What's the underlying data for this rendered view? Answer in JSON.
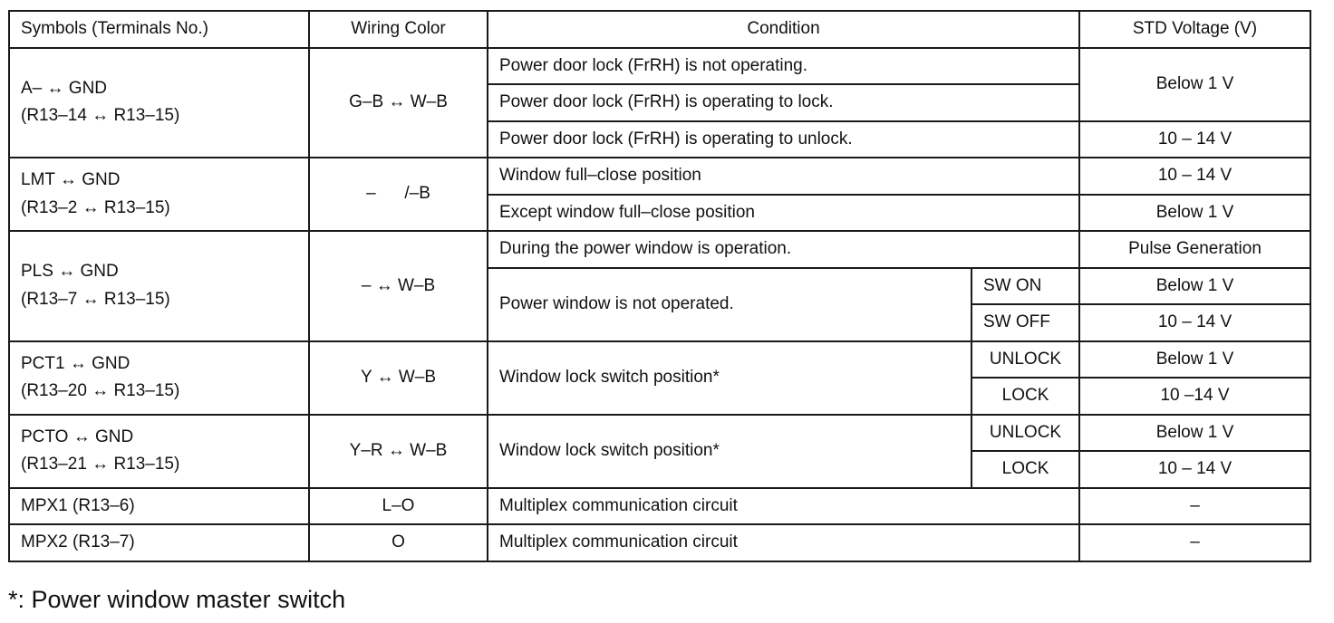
{
  "headers": {
    "symbols": "Symbols (Terminals No.)",
    "wiring": "Wiring Color",
    "condition": "Condition",
    "voltage": "STD Voltage (V)"
  },
  "rows": {
    "a": {
      "sym1": "A– ↔ GND",
      "sym2": "(R13–14 ↔ R13–15)",
      "wire": "G–B ↔ W–B",
      "cond1": "Power door lock (FrRH) is not operating.",
      "cond2": "Power door lock (FrRH) is operating to lock.",
      "cond3": "Power door lock (FrRH) is operating to unlock.",
      "v12": "Below 1 V",
      "v3": "10 – 14 V"
    },
    "lmt": {
      "sym1": "LMT ↔ GND",
      "sym2": "(R13–2 ↔ R13–15)",
      "wire": "–      /–B",
      "cond1": "Window full–close position",
      "cond2": "Except window full–close position",
      "v1": "10 – 14 V",
      "v2": "Below 1 V"
    },
    "pls": {
      "sym1": "PLS ↔ GND",
      "sym2": "(R13–7 ↔ R13–15)",
      "wire": "– ↔ W–B",
      "cond1": "During the power window is operation.",
      "v1": "Pulse Generation",
      "cond2": "Power window is not operated.",
      "sw1": "SW ON",
      "v2": "Below 1 V",
      "sw2": "SW OFF",
      "v3": "10 – 14 V"
    },
    "pct1": {
      "sym1": "PCT1 ↔ GND",
      "sym2": "(R13–20 ↔ R13–15)",
      "wire": "Y ↔ W–B",
      "cond": "Window lock switch position*",
      "sw1": "UNLOCK",
      "v1": "Below 1 V",
      "sw2": "LOCK",
      "v2": "10 –14 V"
    },
    "pcto": {
      "sym1": "PCTO ↔ GND",
      "sym2": "(R13–21 ↔ R13–15)",
      "wire": "Y–R ↔ W–B",
      "cond": "Window lock switch position*",
      "sw1": "UNLOCK",
      "v1": "Below 1 V",
      "sw2": "LOCK",
      "v2": "10 – 14 V"
    },
    "mpx1": {
      "sym": "MPX1 (R13–6)",
      "wire": "L–O",
      "cond": "Multiplex communication circuit",
      "v": "–"
    },
    "mpx2": {
      "sym": "MPX2 (R13–7)",
      "wire": "O",
      "cond": "Multiplex communication circuit",
      "v": "–"
    }
  },
  "footnote": "*: Power window master switch"
}
